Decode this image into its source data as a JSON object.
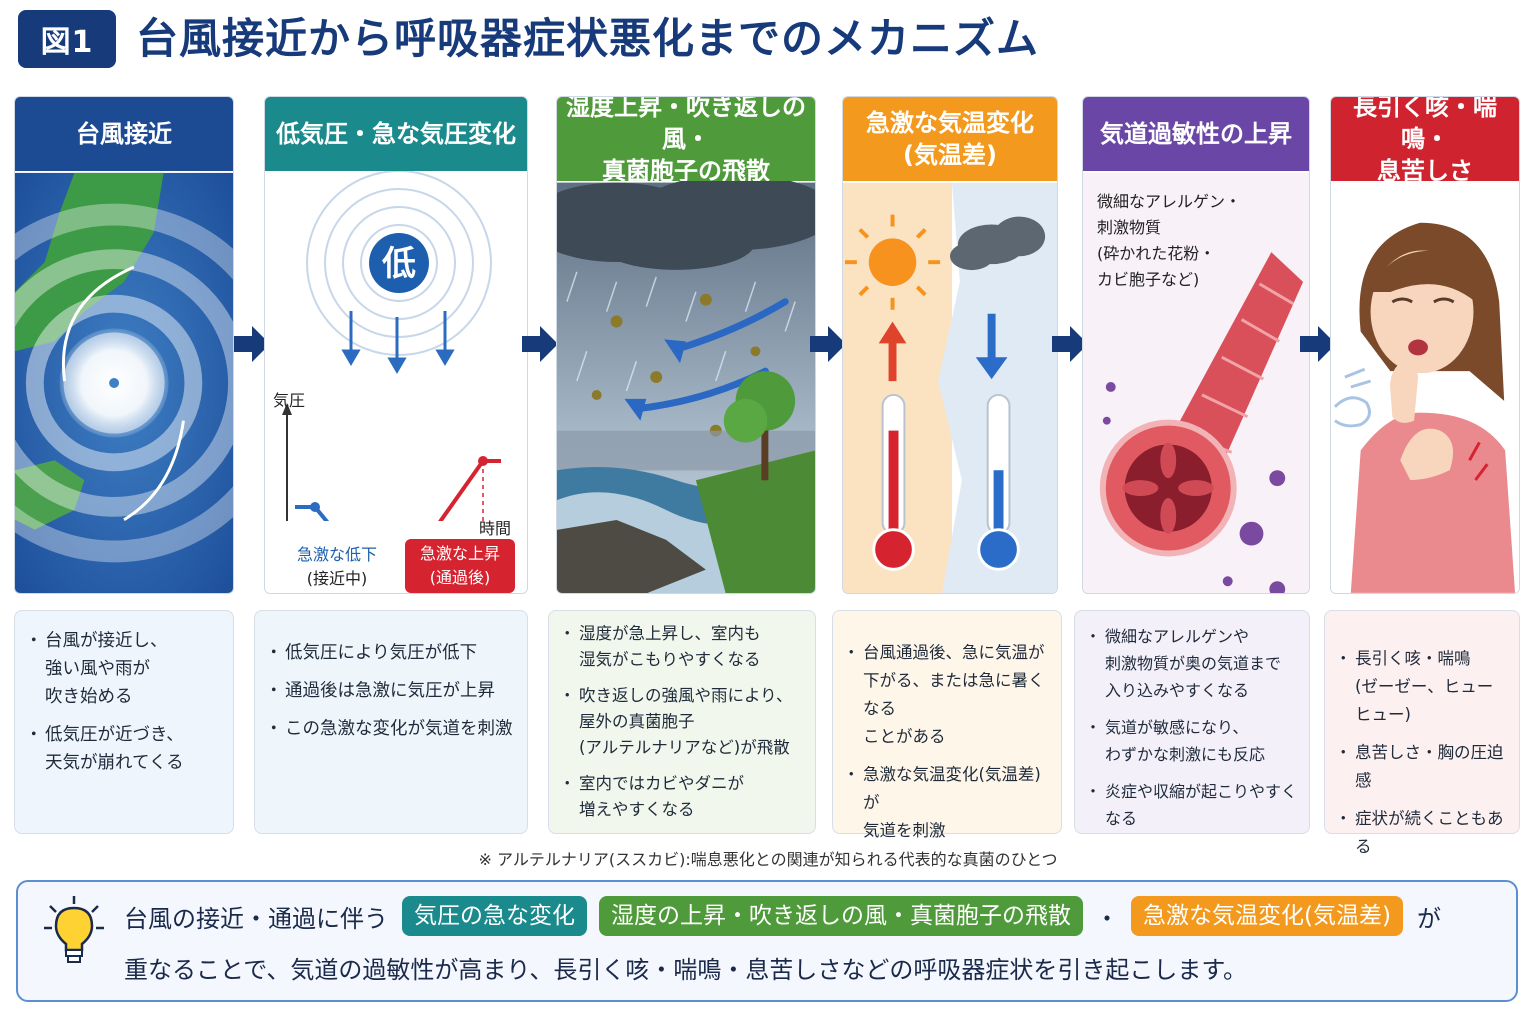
{
  "header": {
    "badge": "図1",
    "title": "台風接近から呼吸器症状悪化までのメカニズム"
  },
  "panels": [
    {
      "title_lines": [
        "台風接近"
      ],
      "color": "#1c4a93"
    },
    {
      "title_lines": [
        "低気圧・急な気圧変化"
      ],
      "color": "#1a8a8c",
      "graph": {
        "low_label": "低",
        "y_label": "気圧",
        "x_label": "時間",
        "tag_drop": "急激な低下",
        "tag_drop_sub": "(接近中)",
        "tag_rise": "急激な上昇",
        "tag_rise_sub": "(通過後)"
      }
    },
    {
      "title_lines": [
        "湿度上昇・吹き返しの風・",
        "真菌胞子の飛散"
      ],
      "color": "#4f9a3a"
    },
    {
      "title_lines": [
        "急激な気温変化",
        "(気温差)"
      ],
      "color": "#f39a1e"
    },
    {
      "title_lines": [
        "気道過敏性の上昇"
      ],
      "color": "#6a47a6",
      "note_lines": [
        "微細なアレルゲン・",
        "刺激物質",
        "(砕かれた花粉・",
        "カビ胞子など)"
      ]
    },
    {
      "title_lines": [
        "長引く咳・喘鳴・",
        "息苦しさ"
      ],
      "color": "#cf2330"
    }
  ],
  "descriptions": [
    {
      "bg": "#eef5fc",
      "items": [
        "台風が接近し、\n強い風や雨が\n吹き始める",
        "低気圧が近づき、\n天気が崩れてくる"
      ]
    },
    {
      "bg": "#eef6fb",
      "items": [
        "低気圧により気圧が低下",
        "通過後は急激に気圧が上昇",
        "この急激な変化が気道を刺激"
      ]
    },
    {
      "bg": "#f1f7ec",
      "items": [
        "湿度が急上昇し、室内も\n湿気がこもりやすくなる",
        "吹き返しの強風や雨により、\n屋外の真菌胞子\n(アルテルナリアなど)が飛散",
        "室内ではカビやダニが\n増えやすくなる"
      ]
    },
    {
      "bg": "#fff6ea",
      "items": [
        "台風通過後、急に気温が\n下がる、または急に暑くなる\nことがある",
        "急激な気温変化(気温差)が\n気道を刺激"
      ]
    },
    {
      "bg": "#f4f0fa",
      "items": [
        "微細なアレルゲンや\n刺激物質が奥の気道まで\n入り込みやすくなる",
        "気道が敏感になり、\nわずかな刺激にも反応",
        "炎症や収縮が起こりやすくなる"
      ]
    },
    {
      "bg": "#fdf0f0",
      "items": [
        "長引く咳・喘鳴\n(ゼーゼー、ヒューヒュー)",
        "息苦しさ・胸の圧迫感",
        "症状が続くこともある"
      ]
    }
  ],
  "footnote": "※ アルテルナリア(ススカビ):喘息悪化との関連が知られる代表的な真菌のひとつ",
  "summary": {
    "line1_prefix": "台風の接近・通過に伴う",
    "chip1": "気圧の急な変化",
    "chip2": "湿度の上昇・吹き返しの風・真菌胞子の飛散",
    "sep": "・",
    "chip3": "急激な気温変化(気温差)",
    "line1_suffix": "が",
    "line2": "重なることで、気道の過敏性が高まり、長引く咳・喘鳴・息苦しさなどの呼吸器症状を引き起こします。",
    "chip_colors": [
      "#1a8a8c",
      "#4f9a3a",
      "#f39a1e"
    ]
  },
  "colors": {
    "navy": "#173a7a",
    "arrow": "#173a7a"
  }
}
